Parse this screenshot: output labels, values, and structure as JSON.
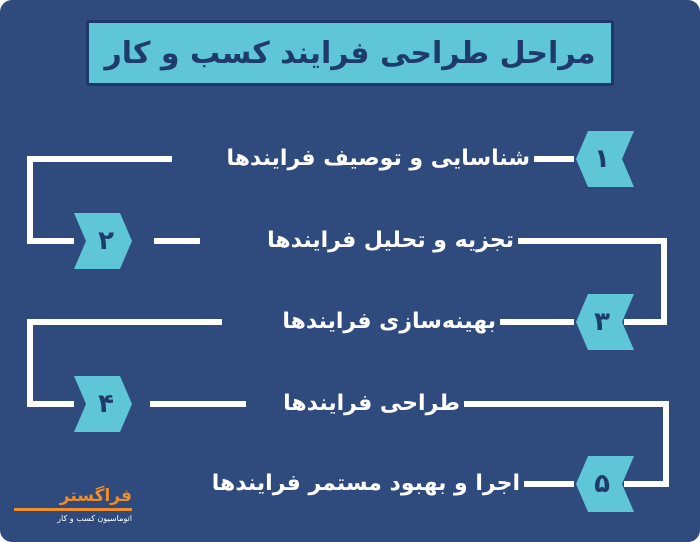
{
  "title": "مراحل طراحی فرایند کسب و کار",
  "steps": [
    {
      "number": "۱",
      "label": "شناسایی و توصیف فرایندها"
    },
    {
      "number": "۲",
      "label": "تجزیه و تحلیل فرایندها"
    },
    {
      "number": "۳",
      "label": "بهینه‌سازی فرایندها"
    },
    {
      "number": "۴",
      "label": "طراحی فرایندها"
    },
    {
      "number": "۵",
      "label": "اجرا و بهبود مستمر فرایندها"
    }
  ],
  "logo": {
    "name": "فراگستر",
    "tagline": "اتوماسیون کسب و کار"
  },
  "colors": {
    "background": "#2f4a7d",
    "accent": "#5fc6d8",
    "text": "#ffffff",
    "brand": "#f28c28"
  }
}
